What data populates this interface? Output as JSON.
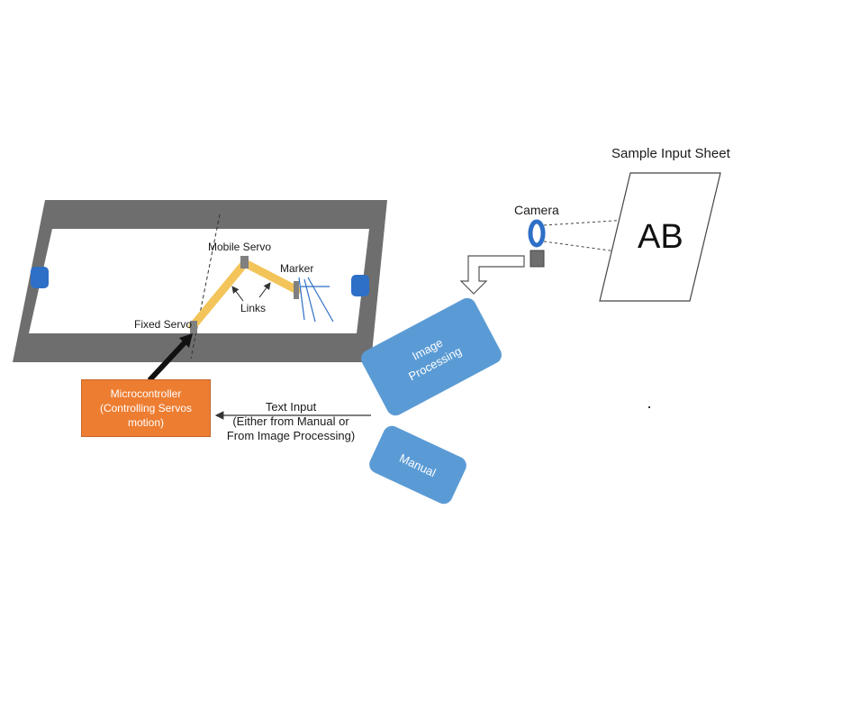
{
  "sheet": {
    "title": "Sample Input Sheet",
    "content": "AB"
  },
  "camera": {
    "label": "Camera"
  },
  "robot": {
    "mobile_servo": "Mobile Servo",
    "marker": "Marker",
    "links": "Links",
    "fixed_servo": "Fixed Servo"
  },
  "microcontroller": {
    "line1": "Microcontroller",
    "line2": "(Controlling Servos",
    "line3": "motion)"
  },
  "image_processing": {
    "line1": "Image",
    "line2": "Processing"
  },
  "manual": {
    "label": "Manual"
  },
  "text_input": {
    "line1": "Text Input",
    "line2": "(Either from Manual or",
    "line3": "From Image Processing)"
  },
  "colors": {
    "frame": "#6e6e6e",
    "rail_clamp": "#2e6fc7",
    "link_yellow": "#f2c45a",
    "microcontroller": "#ed7d31",
    "process_box": "#5b9bd5"
  }
}
